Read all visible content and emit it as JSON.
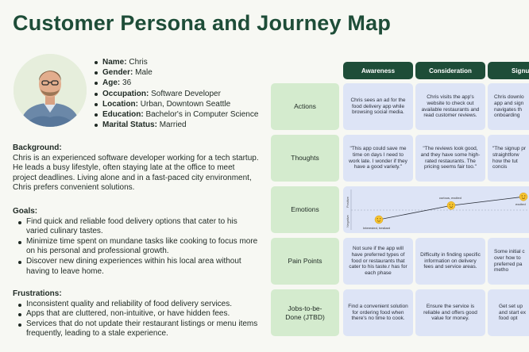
{
  "title": "Customer Persona and Journey Map",
  "profile": [
    {
      "label": "Name:",
      "value": "Chris"
    },
    {
      "label": "Gender:",
      "value": "Male"
    },
    {
      "label": "Age:",
      "value": "36"
    },
    {
      "label": "Occupation:",
      "value": "Software Developer"
    },
    {
      "label": "Location:",
      "value": "Urban, Downtown Seattle"
    },
    {
      "label": "Education:",
      "value": "Bachelor's in Computer Science"
    },
    {
      "label": "Marital Status:",
      "value": "Married"
    }
  ],
  "background": {
    "heading": "Background:",
    "text": "Chris is an experienced software developer working for a tech startup. He leads a busy lifestyle, often staying late at the office to meet project deadlines. Living alone and in a fast-paced city environment, Chris prefers convenient solutions."
  },
  "goals": {
    "heading": "Goals:",
    "items": [
      "Find quick and reliable food delivery options that cater to his varied culinary tastes.",
      "Minimize time spent on mundane tasks like cooking to focus more on his personal and professional growth.",
      "Discover new dining experiences within his local area without having to leave home."
    ]
  },
  "frustrations": {
    "heading": "Frustrations:",
    "items": [
      "Inconsistent quality and reliability of food delivery services.",
      "Apps that are cluttered, non-intuitive, or have hidden fees.",
      "Services that do not update their restaurant listings or menu items frequently, leading to a stale experience."
    ]
  },
  "journey": {
    "stages": [
      "Awareness",
      "Consideration",
      "Signu"
    ],
    "rows": [
      "Actions",
      "Thoughts",
      "Emotions",
      "Pain Points",
      "Jobs-to-be-Done (JTBD)"
    ],
    "actions": [
      "Chris sees an ad for the food delivery app while browsing social media.",
      "Chris visits the app's website to check out available restaurants and read customer reviews.",
      "Chris downlo app and sign navigates th onboarding"
    ],
    "thoughts": [
      "\"This app could save me time on days I need to work late. I wonder if they have a good variety.\"",
      "\"The reviews look good, and they have some high-rated restaurants. The pricing seems fair too.\"",
      "\"The signup pr straightforw how the tut concis"
    ],
    "pain_points": [
      "Not sure if the app will have preferred types of food or restaurants that cater to his taste.r has for each phase",
      "Difficulty in finding specific information on delivery fees and service areas.",
      "Some initial c over how to preferred pa metho"
    ],
    "jtbd": [
      "Find a convenient solution for ordering food when there's no time to cook.",
      "Ensure the service is reliable and offers good value for money.",
      "Get set up and start ex food opt"
    ],
    "emotions": {
      "axis_positive": "Positive",
      "axis_negative": "Negative",
      "labels": [
        "Interested, hesitant",
        "curious, excited",
        "excited"
      ],
      "levels": [
        0.25,
        0.62,
        0.85
      ]
    }
  }
}
